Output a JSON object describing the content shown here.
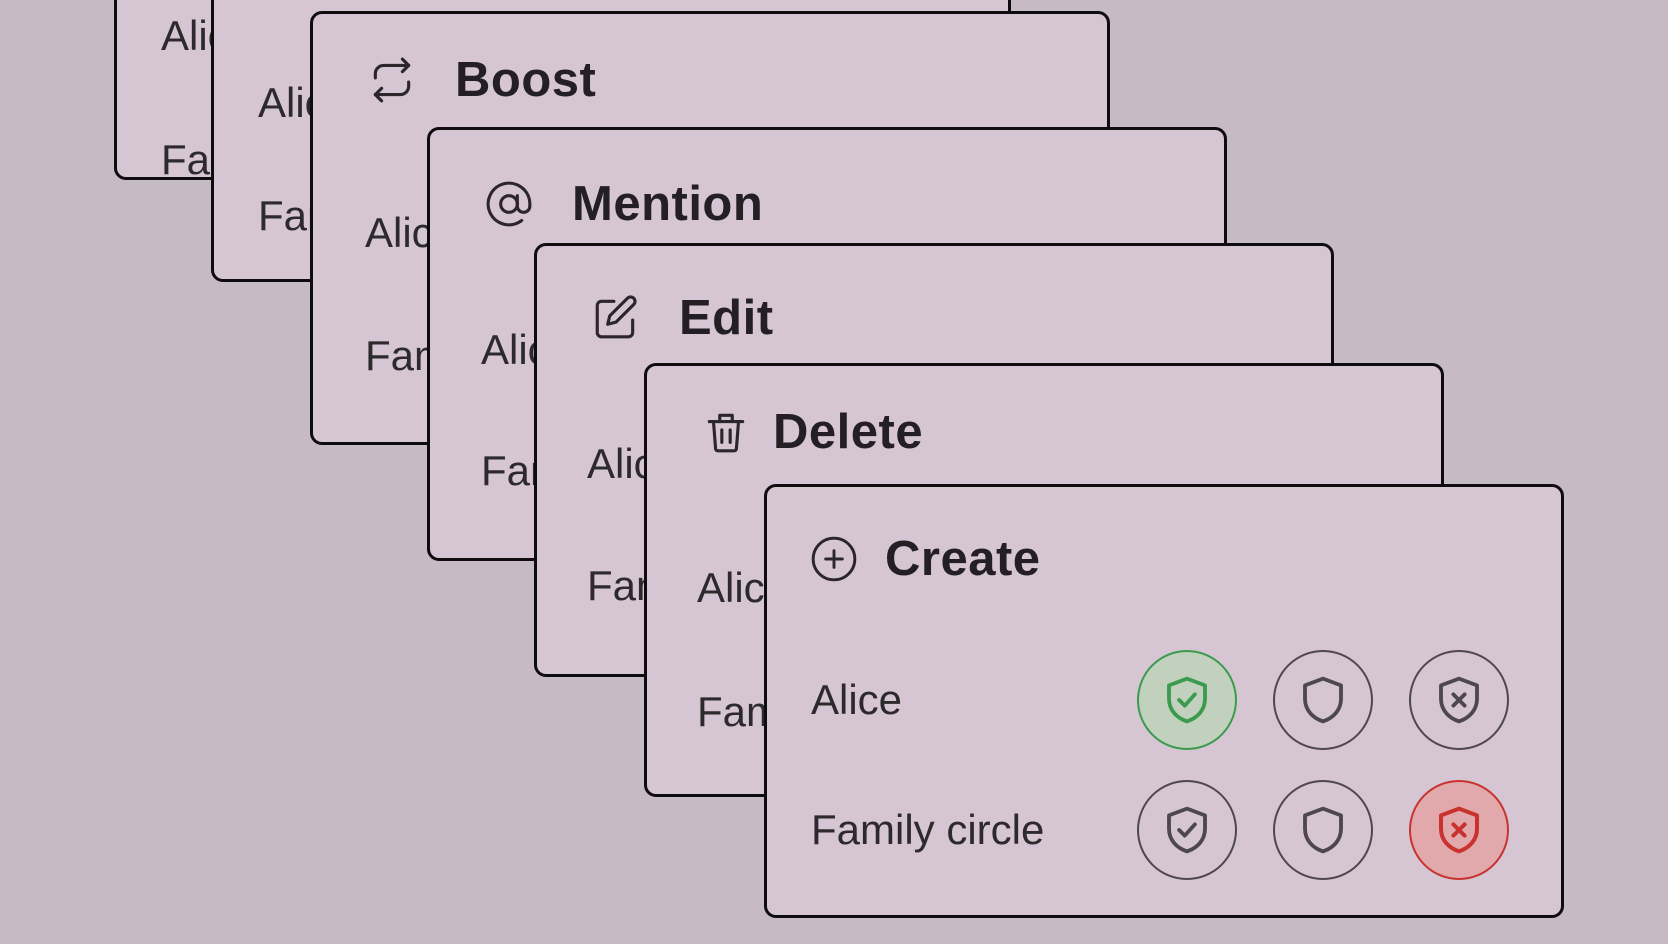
{
  "cards": [
    {
      "title": "",
      "icon": "",
      "rows": [
        "Alice",
        "Family circle"
      ]
    },
    {
      "title": "",
      "icon": "",
      "rows": [
        "Alice",
        "Family circle"
      ]
    },
    {
      "title": "Boost",
      "icon": "repeat-arrows-icon",
      "rows": [
        "Alice",
        "Family circle"
      ]
    },
    {
      "title": "Mention",
      "icon": "at-sign-icon",
      "rows": [
        "Alice",
        "Family circle"
      ]
    },
    {
      "title": "Edit",
      "icon": "pencil-square-icon",
      "rows": [
        "Alice",
        "Family circle"
      ]
    },
    {
      "title": "Delete",
      "icon": "trash-icon",
      "rows": [
        "Alice",
        "Family circle"
      ]
    },
    {
      "title": "Create",
      "icon": "plus-circle-icon",
      "rows": [
        "Alice",
        "Family circle"
      ]
    }
  ],
  "permissions": {
    "options": [
      "allow",
      "neutral",
      "deny"
    ],
    "rows": [
      {
        "label": "Alice",
        "selected": "allow"
      },
      {
        "label": "Family circle",
        "selected": "deny"
      }
    ]
  },
  "colors": {
    "background": "#c6bbc5",
    "card": "#d6c5d3",
    "allow": "#3c9a4f",
    "deny": "#c8322f",
    "neutral": "#4d484f"
  }
}
